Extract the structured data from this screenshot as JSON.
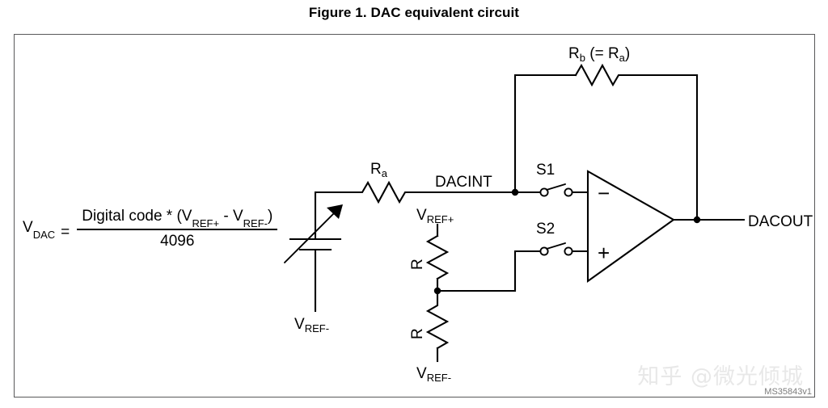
{
  "figure": {
    "title": "Figure 1. DAC equivalent circuit",
    "doc_id": "MS35843v1"
  },
  "watermark": {
    "text": "知乎 @微光倾城"
  },
  "formula": {
    "lhs": "V",
    "lhs_sub": "DAC",
    "equals": "=",
    "numerator_prefix": "Digital code * (V",
    "numerator_sub1": "REF+",
    "numerator_mid": " - V",
    "numerator_sub2": "REF-",
    "numerator_suffix": ")",
    "denominator": "4096"
  },
  "components": {
    "source": {
      "name": "variable-voltage-source",
      "terminal_label": "V",
      "terminal_label_sub": "REF-"
    },
    "ra": {
      "label": "R",
      "label_sub": "a"
    },
    "rb": {
      "label": "R",
      "label_sub": "b",
      "suffix": " (= R",
      "suffix_sub": "a",
      "suffix_end": ")"
    },
    "divider_top": {
      "label": "R"
    },
    "divider_bottom": {
      "label": "R"
    },
    "divider_top_terminal": {
      "label": "V",
      "label_sub": "REF+"
    },
    "divider_bottom_terminal": {
      "label": "V",
      "label_sub": "REF-"
    },
    "switch1": {
      "label": "S1",
      "state": "open"
    },
    "switch2": {
      "label": "S2",
      "state": "open"
    },
    "opamp": {
      "inverting_sign": "−",
      "noninverting_sign": "+"
    }
  },
  "nets": {
    "dacint": "DACINT",
    "dacout": "DACOUT"
  },
  "colors": {
    "wire": "#000000",
    "border": "#58585a",
    "background": "#ffffff",
    "watermark": "#e8e8e8",
    "doc_id": "#7c7c7c"
  }
}
